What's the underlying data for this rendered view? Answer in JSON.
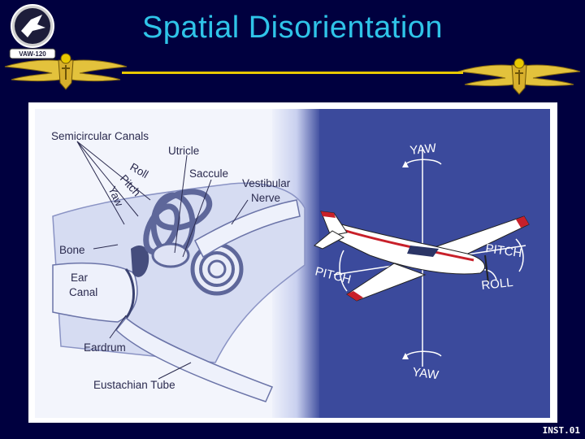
{
  "slide": {
    "title": "Spatial Disorientation",
    "footer_code": "INST.01",
    "title_color": "#2fc4e8",
    "background_color": "#00003f",
    "accent_color": "#e8c800"
  },
  "logo": {
    "badge_text": "VAW-120",
    "icon": "squadron-emblem-icon"
  },
  "ear_diagram": {
    "labels": {
      "semicircular_canals": "Semicircular Canals",
      "utricle": "Utricle",
      "roll": "Roll",
      "pitch": "Pitch",
      "yaw": "Yaw",
      "saccule": "Saccule",
      "vestibular_nerve_1": "Vestibular",
      "vestibular_nerve_2": "Nerve",
      "bone": "Bone",
      "ear_canal_1": "Ear",
      "ear_canal_2": "Canal",
      "eardrum": "Eardrum",
      "eustachian_tube": "Eustachian Tube"
    }
  },
  "aircraft_diagram": {
    "axis_labels": {
      "yaw_top": "YAW",
      "yaw_bottom": "YAW",
      "pitch_left": "PITCH",
      "pitch_right": "PITCH",
      "roll": "ROLL"
    },
    "background_color": "#3b4a9c"
  }
}
